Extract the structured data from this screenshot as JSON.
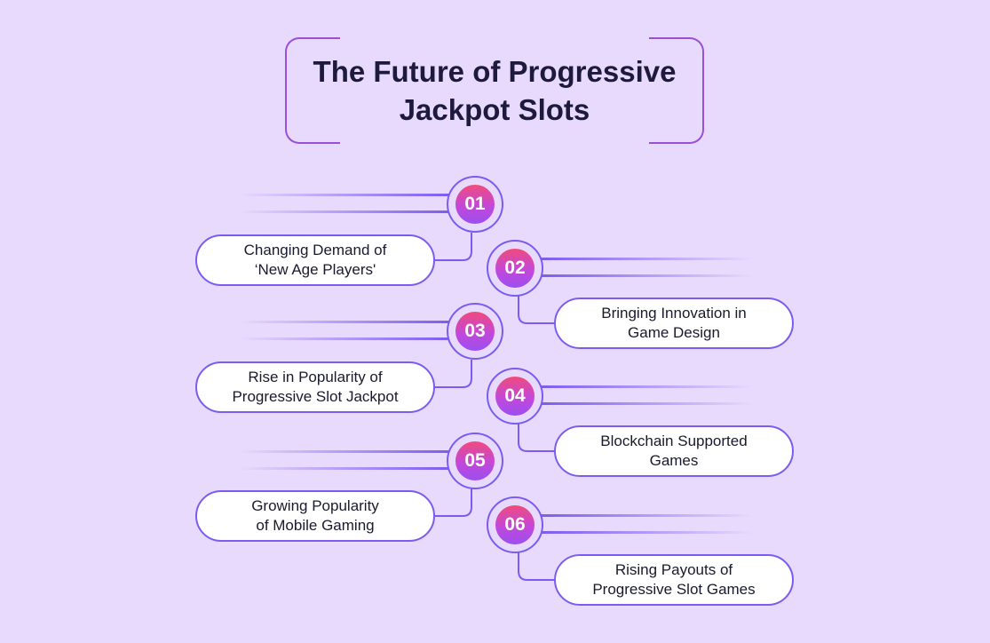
{
  "title": "The Future of Progressive\nJackpot Slots",
  "colors": {
    "background": "#e8dafc",
    "accent": "#7a5cf0",
    "title_border": "#9a4fd9",
    "badge_gradient": [
      "#f04b7d",
      "#9b4ff0"
    ]
  },
  "steps": [
    {
      "number": "01",
      "label": "Changing Demand of\n‘New Age Players'"
    },
    {
      "number": "02",
      "label": "Bringing Innovation in\nGame Design"
    },
    {
      "number": "03",
      "label": "Rise in Popularity of\nProgressive Slot Jackpot"
    },
    {
      "number": "04",
      "label": "Blockchain Supported\nGames"
    },
    {
      "number": "05",
      "label": "Growing Popularity\nof Mobile Gaming"
    },
    {
      "number": "06",
      "label": "Rising Payouts of\nProgressive Slot Games"
    }
  ]
}
